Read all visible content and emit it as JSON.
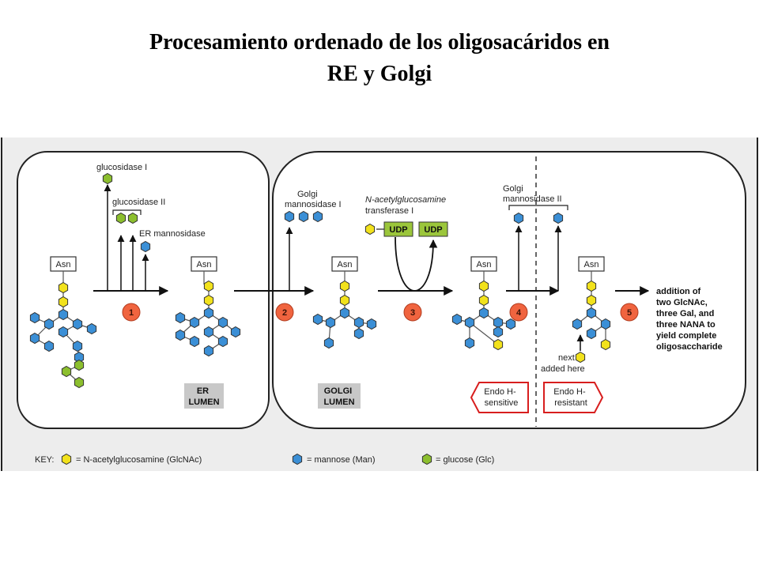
{
  "title": {
    "line1": "Procesamiento ordenado de los oligosacáridos en",
    "line2": "RE y Golgi"
  },
  "colors": {
    "glcnac": "#f2e21c",
    "mannose": "#3b8fd6",
    "glucose": "#8cbf2e",
    "step_circle": "#f0643f",
    "udp_box": "#9bc63b",
    "compartment_label_bg": "#c8c8c8",
    "endo_border": "#d81e1e"
  },
  "enzymes": {
    "glucosidase_1": "glucosidase I",
    "glucosidase_2": "glucosidase II",
    "er_mannosidase": "ER mannosidase",
    "golgi_mannosidase_1": [
      "Golgi",
      "mannosidase I"
    ],
    "glcnac_transferase": [
      "N-acetylglucosamine",
      "transferase I"
    ],
    "golgi_mannosidase_2": [
      "Golgi",
      "mannosidase II"
    ]
  },
  "asn_label": "Asn",
  "udp_label": "UDP",
  "steps": [
    "1",
    "2",
    "3",
    "4",
    "5"
  ],
  "compartments": {
    "er": [
      "ER",
      "LUMEN"
    ],
    "golgi": [
      "GOLGI",
      "LUMEN"
    ]
  },
  "endo": {
    "sensitive": [
      "Endo H-",
      "sensitive"
    ],
    "resistant": [
      "Endo H-",
      "resistant"
    ]
  },
  "next_added": [
    "next",
    "added here"
  ],
  "addition_text": [
    "addition of",
    "two GlcNAc,",
    "three Gal, and",
    "three NANA to",
    "yield complete",
    "oligosaccharide"
  ],
  "key": {
    "label": "KEY:",
    "glcnac": "= N-acetylglucosamine (GlcNAc)",
    "mannose": "= mannose (Man)",
    "glucose": "= glucose (Glc)"
  }
}
